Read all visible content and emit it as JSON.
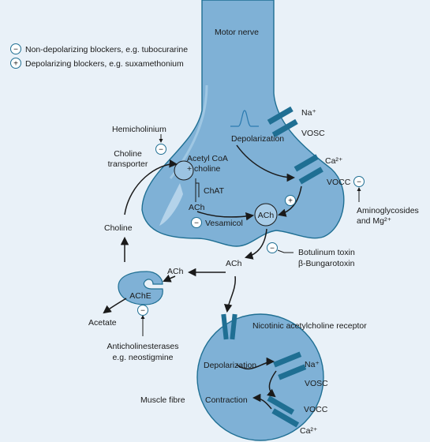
{
  "legend": {
    "non_depolarizing": "Non-depolarizing blockers, e.g. tubocurarine",
    "depolarizing": "Depolarizing blockers, e.g. suxamethonium"
  },
  "symbols": {
    "minus": "−",
    "plus": "+"
  },
  "nerve": {
    "title": "Motor nerve",
    "depolarization": "Depolarization",
    "na_ion": "Na⁺",
    "vosc": "VOSC",
    "ca_ion": "Ca²⁺",
    "vocc": "VOCC",
    "acetyl_coa": "Acetyl CoA",
    "plus_choline": "+ choline",
    "chat": "ChAT",
    "ach_inside": "ACh",
    "vesicle_ach": "ACh",
    "vesamicol": "Vesamicol"
  },
  "drugs": {
    "hemicholinium": "Hemicholinium",
    "choline_transporter_1": "Choline",
    "choline_transporter_2": "transporter",
    "aminoglycosides_1": "Aminoglycosides",
    "aminoglycosides_2": "and Mg²⁺",
    "botulinum": "Botulinum toxin",
    "bungarotoxin": "β-Bungarotoxin",
    "anticholinesterases_1": "Anticholinesterases",
    "anticholinesterases_2": "e.g. neostigmine"
  },
  "cleft": {
    "choline": "Choline",
    "ach_cleft": "ACh",
    "ach_to_enzyme": "ACh",
    "ache": "AChE",
    "acetate": "Acetate"
  },
  "muscle": {
    "receptor": "Nicotinic acetylcholine receptor",
    "depolarization": "Depolarization",
    "na_ion": "Na⁺",
    "vosc": "VOSC",
    "contraction": "Contraction",
    "vocc": "VOCC",
    "ca_ion": "Ca²⁺",
    "fibre": "Muscle fibre"
  },
  "colors": {
    "background": "#e9f1f8",
    "nerve_fill": "#7fb1d6",
    "dark_teal": "#1f6f93",
    "line": "#1a1a1a"
  }
}
